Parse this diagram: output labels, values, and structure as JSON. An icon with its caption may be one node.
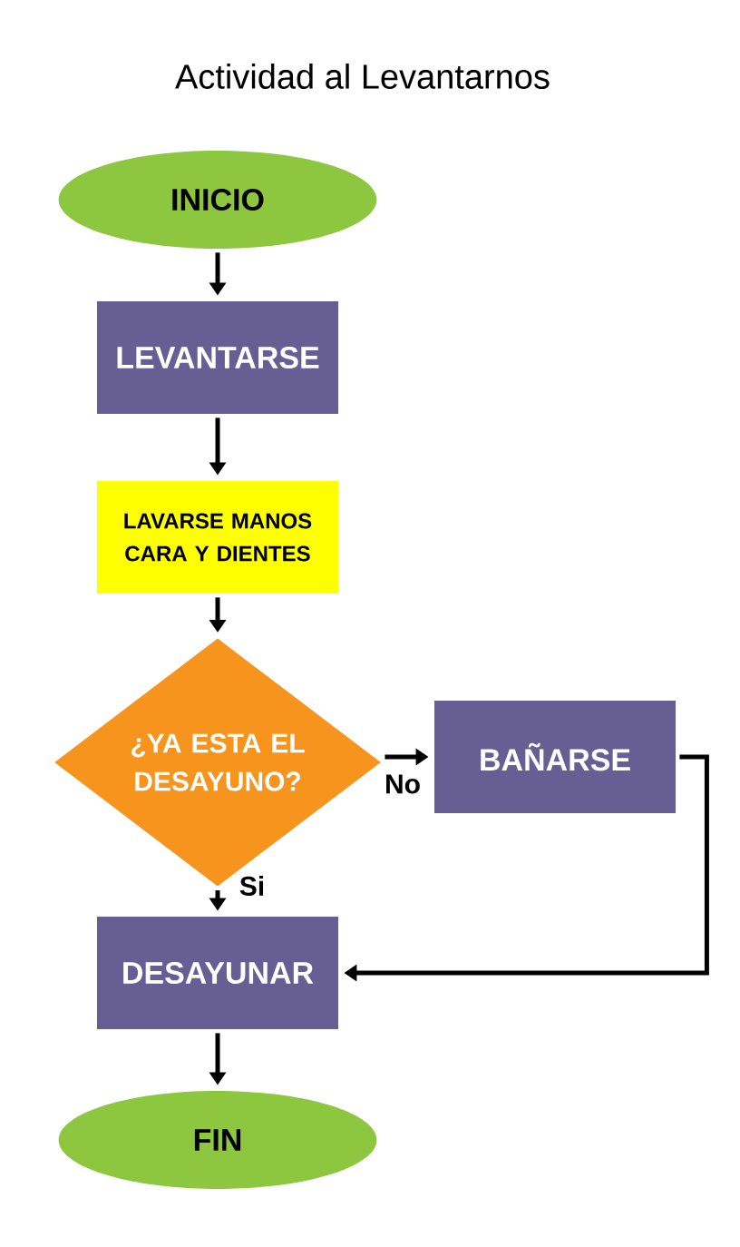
{
  "diagram": {
    "title": "Actividad al Levantarnos",
    "nodes": [
      {
        "text": [
          "INICIO"
        ]
      },
      {
        "text": [
          "LEVANTARSE"
        ]
      },
      {
        "text": [
          "LAVARSE MANOS CARA Y DIENTES"
        ]
      },
      {
        "text": [
          "¿YA ESTA EL DESAYUNO?"
        ]
      },
      {
        "text": [
          "BAÑARSE"
        ]
      },
      {
        "text": [
          "DESAYUNAR"
        ]
      },
      {
        "text": [
          "FIN"
        ]
      }
    ],
    "edges": [
      {
        "from": 0,
        "to": 1,
        "arrow": "to"
      },
      {
        "from": 1,
        "to": 2,
        "arrow": "to"
      },
      {
        "from": 2,
        "to": 3,
        "arrow": "to"
      },
      {
        "from": 3,
        "to": 4,
        "arrow": "to",
        "label": "No"
      },
      {
        "from": 3,
        "to": 5,
        "arrow": "to",
        "label": "Si"
      },
      {
        "from": 4,
        "to": 5,
        "arrow": "to"
      },
      {
        "from": 5,
        "to": 6,
        "arrow": "to"
      }
    ]
  }
}
